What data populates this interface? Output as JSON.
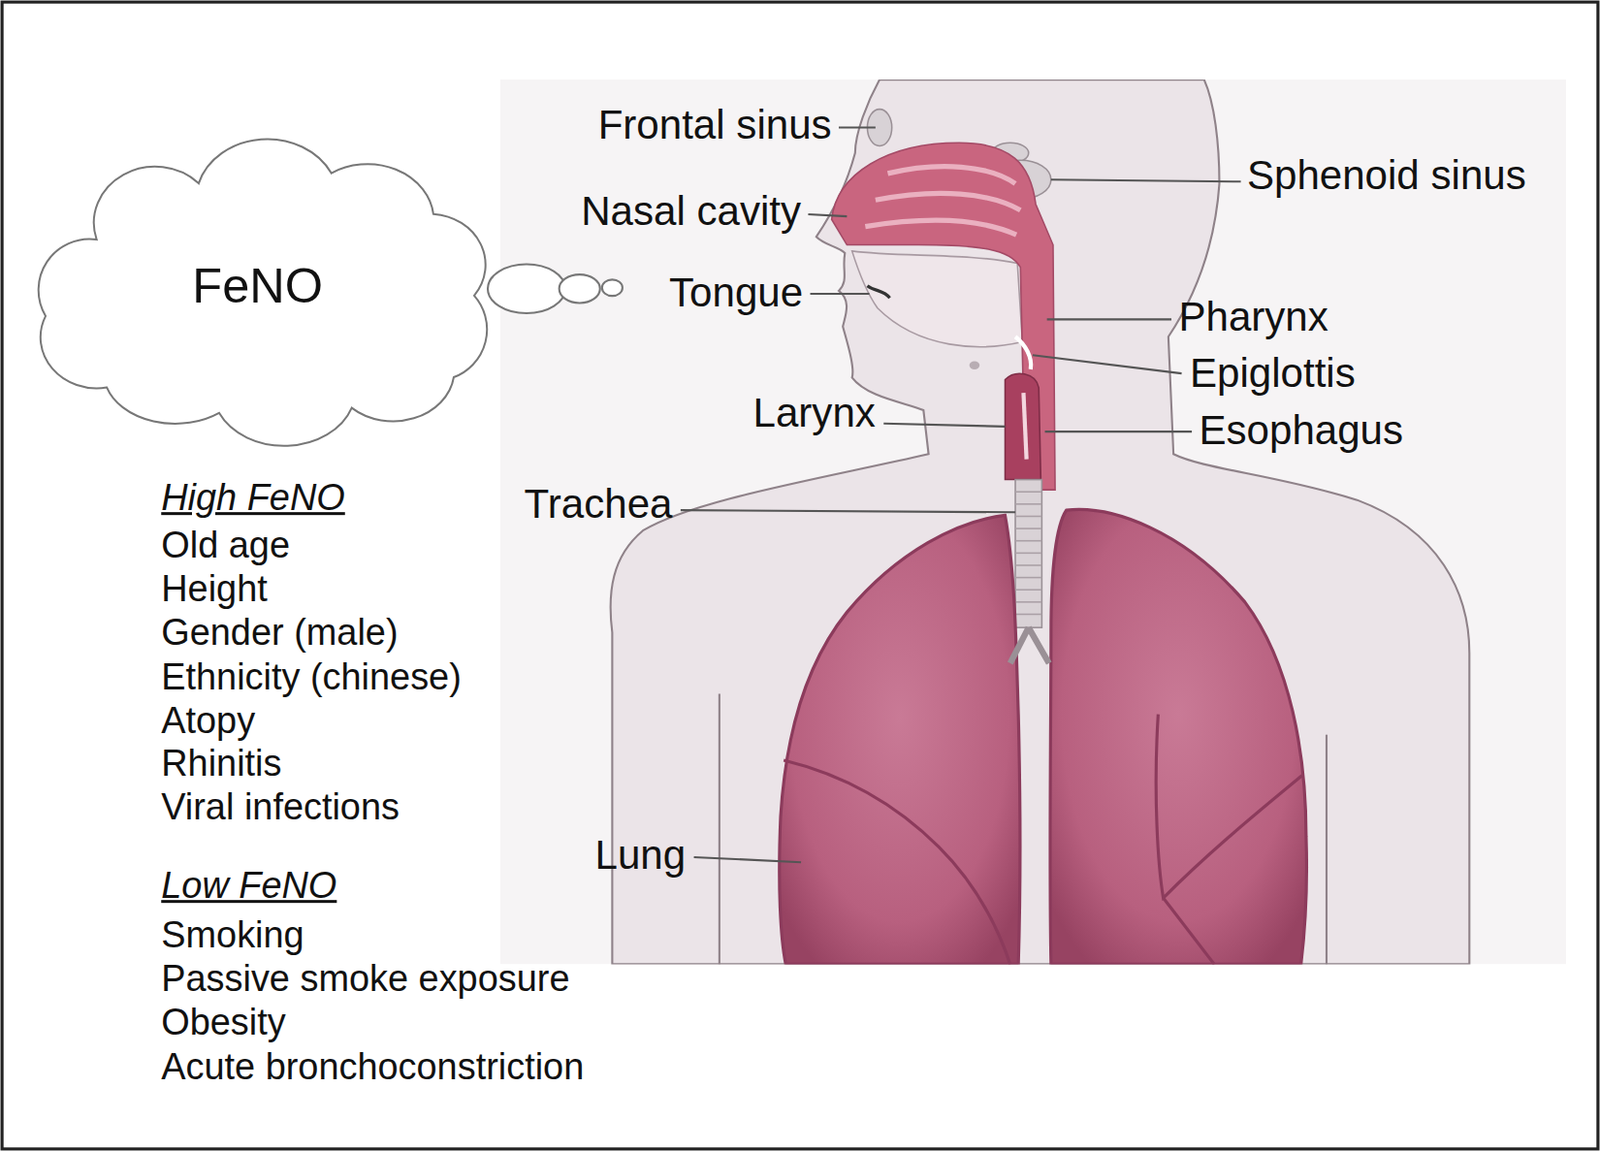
{
  "diagram": {
    "nodes": [
      {
        "text": [
          "FeNO"
        ]
      }
    ],
    "labels": [
      "Frontal sinus",
      "Sphenoid sinus",
      "Nasal cavity",
      "Tongue",
      "Pharynx",
      "Epiglottis",
      "Larynx",
      "Esophagus",
      "Trachea",
      "Lung",
      "High FeNO",
      "Old age",
      "Height",
      "Gender (male)",
      "Ethnicity (chinese)",
      "Atopy",
      "Rhinitis",
      "Viral infections",
      "Low FeNO",
      "Smoking",
      "Passive smoke exposure",
      "Obesity",
      "Acute bronchoconstriction"
    ]
  }
}
